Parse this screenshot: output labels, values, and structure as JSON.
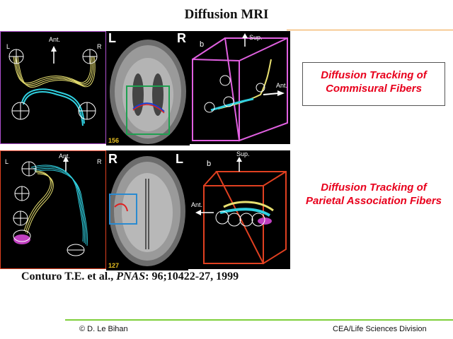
{
  "slide": {
    "title": "Diffusion MRI",
    "caption_commissural": "Diffusion Tracking of Commisural Fibers",
    "caption_parietal": "Diffusion Tracking of Parietal Association Fibers",
    "citation_authors": "Conturo T.E. et al., ",
    "citation_journal": "PNAS",
    "citation_rest": ": 96;10422-27, 1999",
    "footer_left": "© D. Le Bihan",
    "footer_right": "CEA/Life Sciences Division"
  },
  "panels": {
    "top_left": {
      "left": "L",
      "right": "R",
      "ant": "Ant."
    },
    "top_mid": {
      "left": "L",
      "right": "R",
      "slice": "156"
    },
    "top_right": {
      "tag": "b",
      "sup": "Sup.",
      "ant": "Ant."
    },
    "bot_left": {
      "left": "L",
      "right": "R",
      "ant": "Ant."
    },
    "bot_mid": {
      "left": "R",
      "right": "L",
      "slice": "127"
    },
    "bot_right": {
      "tag": "b",
      "sup": "Sup.",
      "ant": "Ant."
    }
  },
  "colors": {
    "caption_red": "#e8001c",
    "accent_orange": "#f0a040",
    "rule_green": "#7ecf3a",
    "tract_yellow": "#e8e070",
    "tract_cyan": "#30d0e0",
    "box_magenta": "#e060e0"
  }
}
